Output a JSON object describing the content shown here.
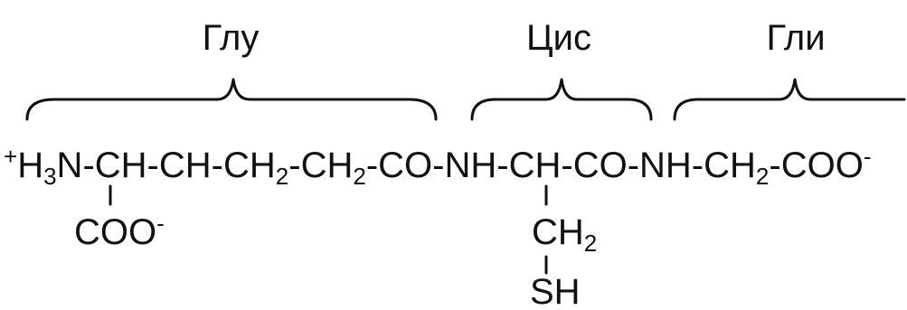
{
  "residues": [
    {
      "label": "Глу"
    },
    {
      "label": "Цис"
    },
    {
      "label": "Гли"
    }
  ],
  "chain": {
    "n_terminus": {
      "charge": "+",
      "h": "H",
      "sub": "3",
      "n": "N"
    },
    "groups": [
      "CH",
      "CH",
      "CH",
      "CH",
      "CO",
      "NH",
      "CH",
      "CO",
      "NH",
      "CH",
      "COO"
    ],
    "subscripts": {
      "ch2": "2"
    },
    "bond": "-",
    "c_terminal_charge": "-"
  },
  "side_chains": {
    "glu_coo": "COO",
    "glu_coo_charge": "-",
    "cys_ch2": "CH",
    "cys_ch2_sub": "2",
    "cys_sh": "SH"
  }
}
